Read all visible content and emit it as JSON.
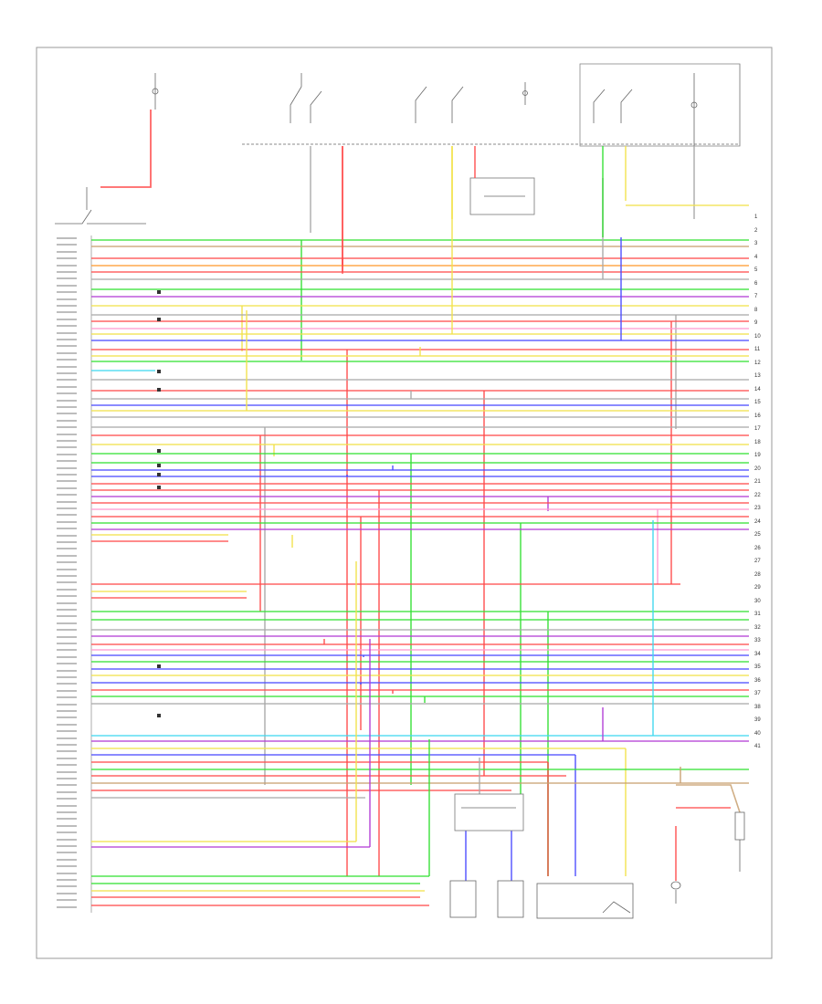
{
  "diagram": {
    "figure_id": "",
    "colors": {
      "red": "#ff4a4a",
      "green": "#33e033",
      "blue": "#4a4aff",
      "yellow": "#f2e24a",
      "orange": "#ff9a2e",
      "purple": "#b23bd6",
      "pink": "#ff9ad0",
      "gray": "#a8a8a8",
      "lightblue": "#40d8f0",
      "white": "#e6e6e6",
      "tan": "#c8a070",
      "black": "#333333"
    },
    "left_pins": [
      "",
      "",
      "",
      "",
      "",
      "",
      "",
      "",
      "",
      "",
      "",
      "",
      "",
      "",
      "",
      "",
      "",
      "",
      "",
      "",
      "",
      "",
      "",
      "",
      "",
      "",
      "",
      "",
      "",
      "",
      "",
      "",
      "",
      "",
      "",
      "",
      "",
      "",
      "",
      "",
      "",
      "",
      "",
      "",
      "",
      "",
      "",
      "",
      "",
      "",
      "",
      "",
      "",
      "",
      "",
      "",
      "",
      "",
      "",
      "",
      "",
      "",
      "",
      "",
      "",
      "",
      "",
      "",
      "",
      "",
      "",
      "",
      "",
      ""
    ],
    "right_refs": [
      "1",
      "2",
      "3",
      "4",
      "5",
      "6",
      "7",
      "8",
      "9",
      "10",
      "11",
      "12",
      "13",
      "14",
      "15",
      "16",
      "17",
      "18",
      "19",
      "20",
      "21",
      "22",
      "23",
      "24",
      "25",
      "26",
      "27",
      "28",
      "29",
      "30",
      "31",
      "32",
      "33",
      "34",
      "35",
      "36",
      "37",
      "38",
      "39",
      "40",
      "41"
    ]
  }
}
